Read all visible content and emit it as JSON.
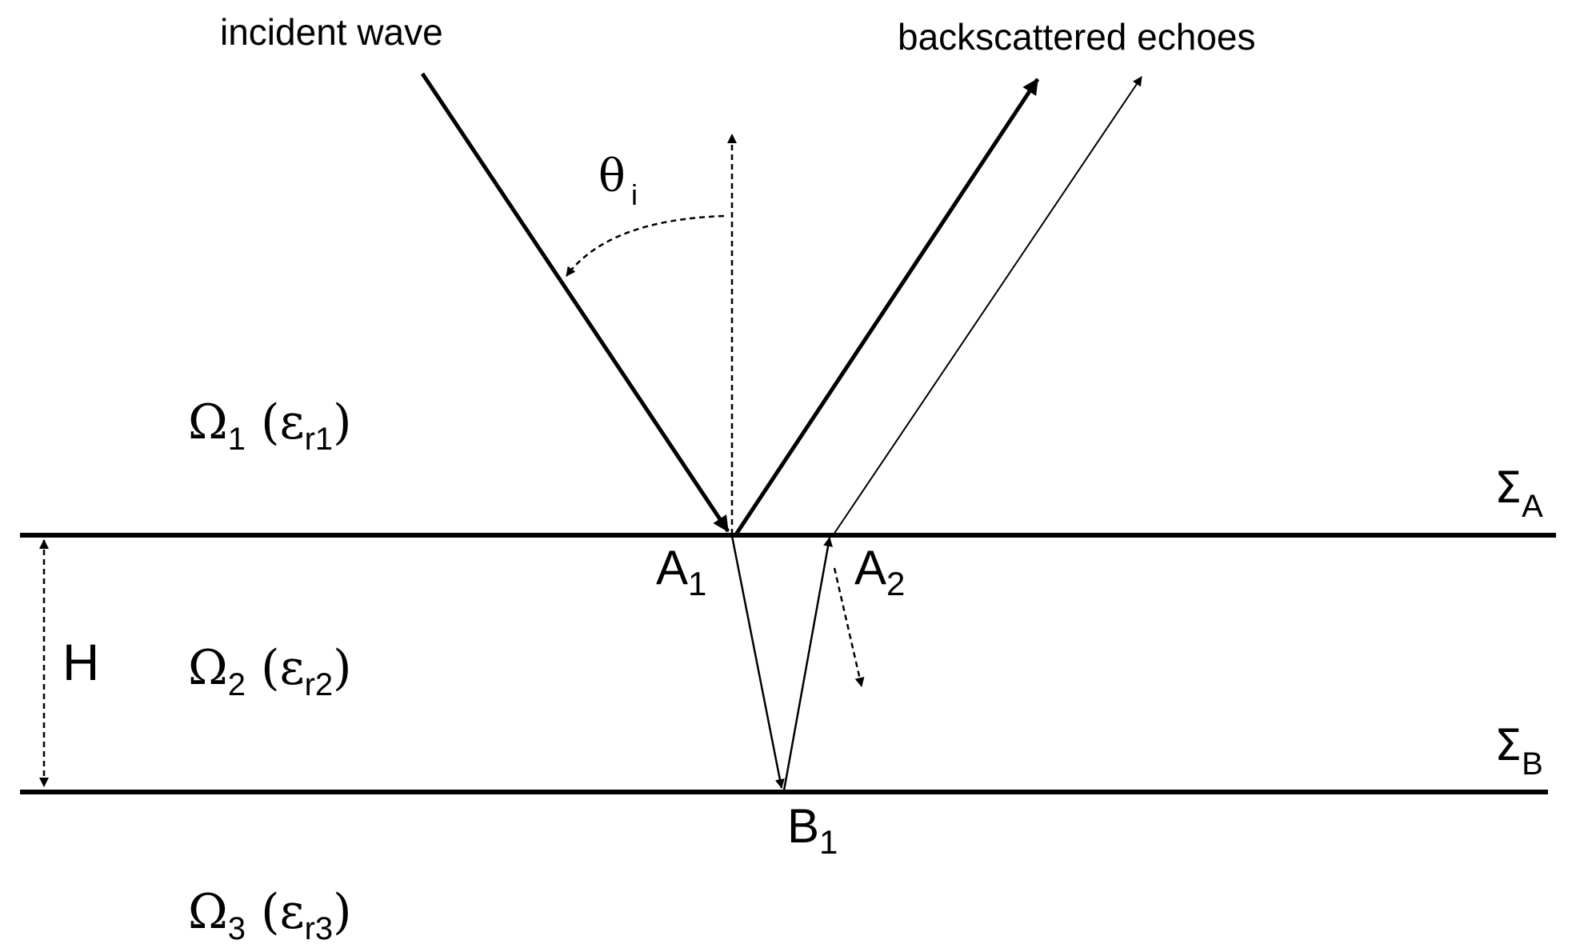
{
  "labels": {
    "incident": "incident wave",
    "backscattered": "backscattered echoes",
    "theta": "θ",
    "theta_sub": "i",
    "H": "H"
  },
  "interfaces": {
    "sigma_a": {
      "symbol": "Σ",
      "sub": "A"
    },
    "sigma_b": {
      "symbol": "Σ",
      "sub": "B"
    }
  },
  "points": {
    "a1": {
      "letter": "A",
      "sub": "1"
    },
    "a2": {
      "letter": "A",
      "sub": "2"
    },
    "b1": {
      "letter": "B",
      "sub": "1"
    }
  },
  "media": {
    "omega1": {
      "omega": "Ω",
      "index": "1",
      "open": " (ε",
      "sub": "r1",
      "close": ")"
    },
    "omega2": {
      "omega": "Ω",
      "index": "2",
      "open": " (ε",
      "sub": "r2",
      "close": ")"
    },
    "omega3": {
      "omega": "Ω",
      "index": "3",
      "open": " (ε",
      "sub": "r3",
      "close": ")"
    }
  },
  "colors": {
    "line": "#000000",
    "background": "#ffffff"
  }
}
